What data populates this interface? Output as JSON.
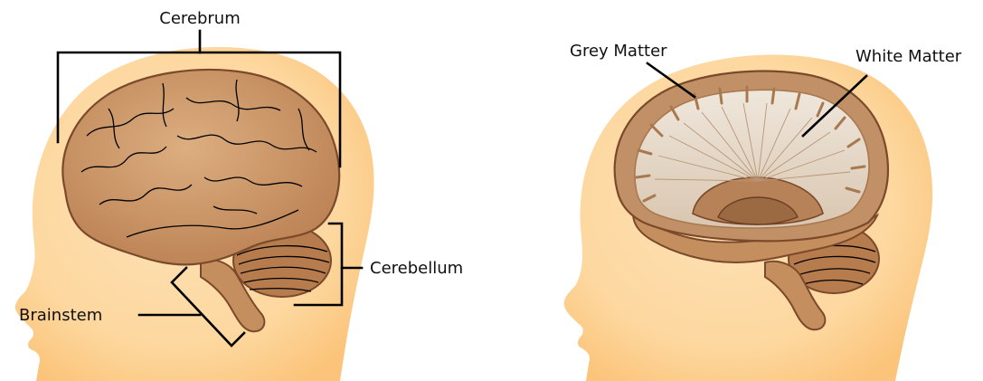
{
  "labels": {
    "cerebrum": "Cerebrum",
    "cerebellum": "Cerebellum",
    "brainstem": "Brainstem",
    "grey_matter": "Grey Matter",
    "white_matter": "White Matter"
  },
  "colors": {
    "skin_outer": "#fccf8e",
    "skin_inner": "#fde0b3",
    "brain": "#c98f5f",
    "brain_dark": "#7a4a2a",
    "brain_light": "#e2b486",
    "white_matter": "#ece3d8",
    "leader": "#000000"
  }
}
